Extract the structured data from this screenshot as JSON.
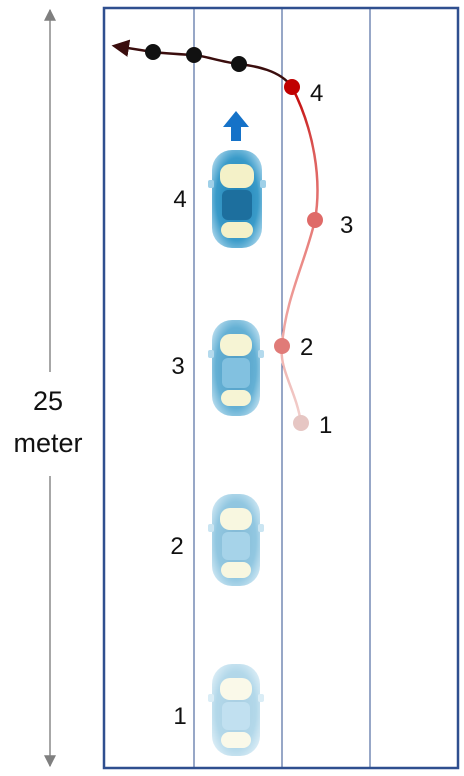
{
  "scale": {
    "value": "25",
    "unit": "meter"
  },
  "cars": [
    {
      "label": "1",
      "opacity": 0.38
    },
    {
      "label": "2",
      "opacity": 0.55
    },
    {
      "label": "3",
      "opacity": 0.78
    },
    {
      "label": "4",
      "opacity": 1.0
    }
  ],
  "trajectory_points": [
    {
      "label": "1",
      "color": "#e6c6c3"
    },
    {
      "label": "2",
      "color": "#e07b78"
    },
    {
      "label": "3",
      "color": "#df6a68"
    },
    {
      "label": "4",
      "color": "#c00000"
    }
  ],
  "predicted_points": {
    "count": 3,
    "color": "#111111"
  },
  "colors": {
    "border": "#2f4f8f",
    "lane_line": "#2f4f8f",
    "ego_arrow": "#1572c8",
    "trajectory_end": "#3a0d0d",
    "car_body": "#2e8fc0",
    "car_glass": "#f4f1c8"
  },
  "icons": {
    "ego_heading": "up-arrow-icon",
    "scale_arrow": "double-headed-arrow-icon"
  }
}
